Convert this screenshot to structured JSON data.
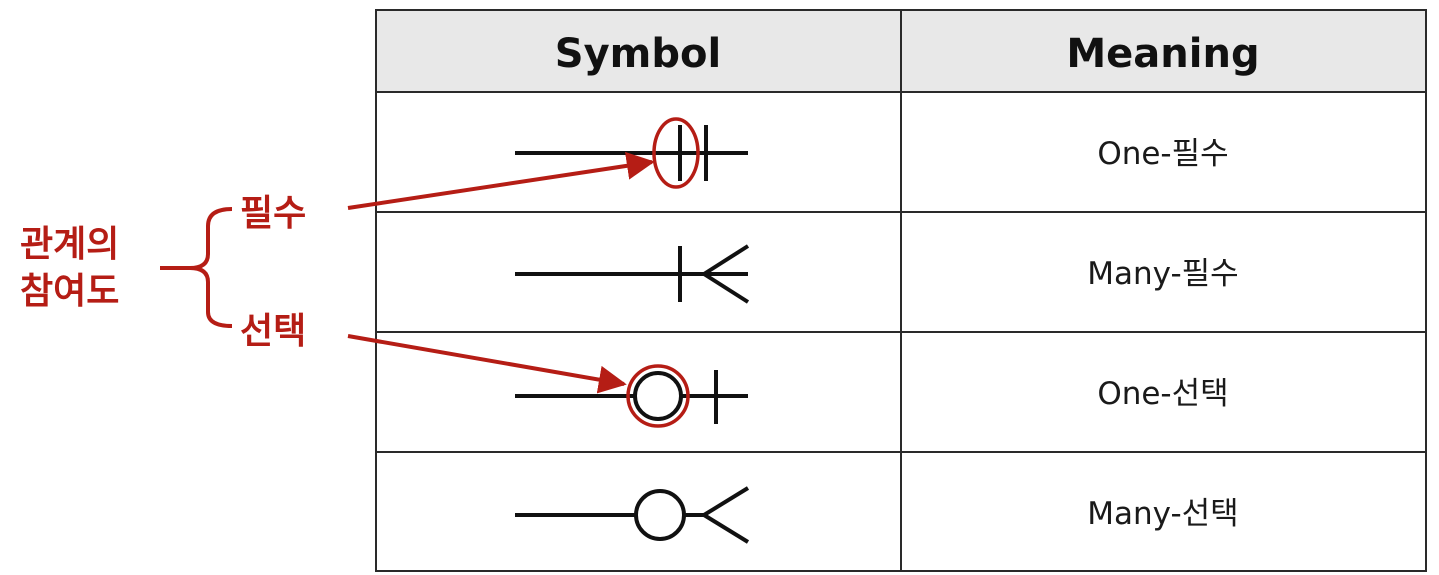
{
  "colors": {
    "annotation": "#b51d15",
    "header_background": "#e8e8e8",
    "grid": "#2a2a2a",
    "symbol": "#111111"
  },
  "table": {
    "headers": {
      "symbol": "Symbol",
      "meaning": "Meaning"
    },
    "rows": [
      {
        "symbol": "one-mandatory",
        "meaning": "One-필수"
      },
      {
        "symbol": "many-mandatory",
        "meaning": "Many-필수"
      },
      {
        "symbol": "one-optional",
        "meaning": "One-선택"
      },
      {
        "symbol": "many-optional",
        "meaning": "Many-선택"
      }
    ]
  },
  "annotation": {
    "group_label_line1": "관계의",
    "group_label_line2": "참여도",
    "mandatory_label": "필수",
    "optional_label": "선택"
  }
}
